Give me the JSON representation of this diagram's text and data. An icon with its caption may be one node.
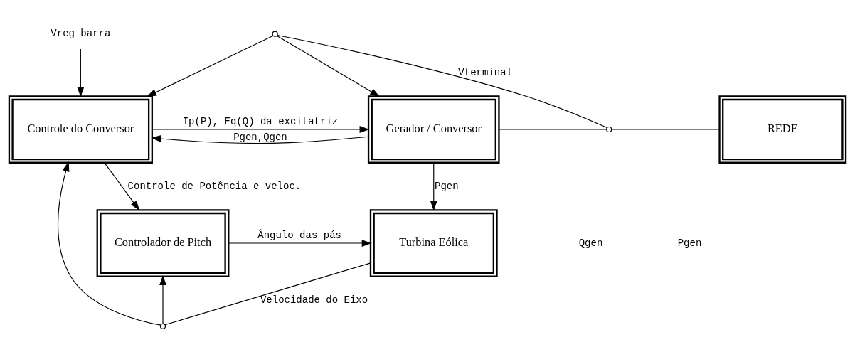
{
  "diagram": {
    "nodes": [
      {
        "text": [
          "Controle do Conversor"
        ]
      },
      {
        "text": [
          "Gerador / Conversor"
        ]
      },
      {
        "text": [
          "REDE"
        ]
      },
      {
        "text": [
          "Controlador de Pitch"
        ]
      },
      {
        "text": [
          "Turbina Eólica"
        ]
      },
      {
        "text": [
          "Vreg barra"
        ]
      },
      {
        "text": [],
        "shape": "circle"
      },
      {
        "text": [],
        "shape": "circle"
      },
      {
        "text": [],
        "shape": "circle"
      }
    ],
    "edges": [
      {
        "from": 1,
        "to": 0,
        "arrow": "to",
        "label": "Pgen,Qgen"
      },
      {
        "from": 0,
        "to": 1,
        "arrow": "to",
        "label": "Ip(P), Eq(Q) da excitatriz"
      },
      {
        "from": 1,
        "to": 6,
        "arrow": "none"
      },
      {
        "from": 6,
        "to": 2,
        "arrow": "none"
      },
      {
        "from": 6,
        "to": 7,
        "arrow": "none",
        "label": "Vterminal"
      },
      {
        "from": 7,
        "to": 0,
        "arrow": "to"
      },
      {
        "from": 7,
        "to": 1,
        "arrow": "to"
      },
      {
        "from": 5,
        "to": 0,
        "arrow": "to"
      },
      {
        "from": 0,
        "to": 3,
        "arrow": "to",
        "label": "Controle de Potência e veloc."
      },
      {
        "from": 4,
        "to": 8,
        "arrow": "none",
        "label": "Velocidade do Eixo"
      },
      {
        "from": 8,
        "to": 0,
        "arrow": "to"
      },
      {
        "from": 8,
        "to": 3,
        "arrow": "to"
      },
      {
        "from": 1,
        "to": 4,
        "arrow": "to",
        "label": "Pgen"
      },
      {
        "from": 3,
        "to": 4,
        "arrow": "to",
        "label": "Ângulo das pás"
      }
    ],
    "labels": [
      "Pgen",
      "Qgen"
    ]
  }
}
